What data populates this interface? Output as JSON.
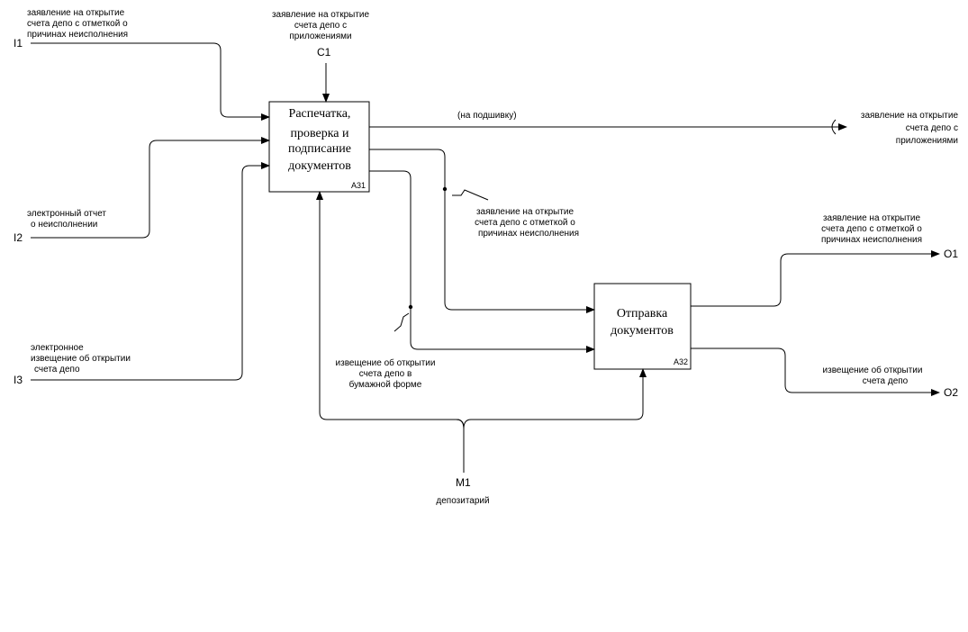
{
  "boxes": [
    {
      "id": "A31",
      "title_lines": [
        "Распечатка,",
        "проверка и",
        "подписание",
        "документов"
      ]
    },
    {
      "id": "A32",
      "title_lines": [
        "Отправка",
        "документов"
      ]
    }
  ],
  "codes": {
    "i1": "I1",
    "i2": "I2",
    "i3": "I3",
    "c1": "C1",
    "m1": "M1",
    "o1": "O1",
    "o2": "O2"
  },
  "labels": {
    "i1": [
      "заявление на открытие",
      "счета депо с отметкой о",
      "причинах неисполнения"
    ],
    "i2": [
      "электронный отчет",
      "о неисполнении"
    ],
    "i3": [
      "электронное",
      "извещение об открытии",
      "счета депо"
    ],
    "c1": [
      "заявление на открытие",
      "счета депо с",
      "приложениями"
    ],
    "m1": [
      "депозитарий"
    ],
    "tunnel": [
      "(на подшивку)"
    ],
    "tunnel_out": [
      "заявление на открытие",
      "счета депо с",
      "приложениями"
    ],
    "mid1": [
      "заявление на открытие",
      "счета депо с отметкой о",
      "причинах неисполнения"
    ],
    "mid2": [
      "извещение об открытии",
      "счета депо в",
      "бумажной форме"
    ],
    "o1": [
      "заявление на открытие",
      "счета депо с отметкой о",
      "причинах неисполнения"
    ],
    "o2": [
      "извещение об открытии",
      "счета депо"
    ]
  }
}
